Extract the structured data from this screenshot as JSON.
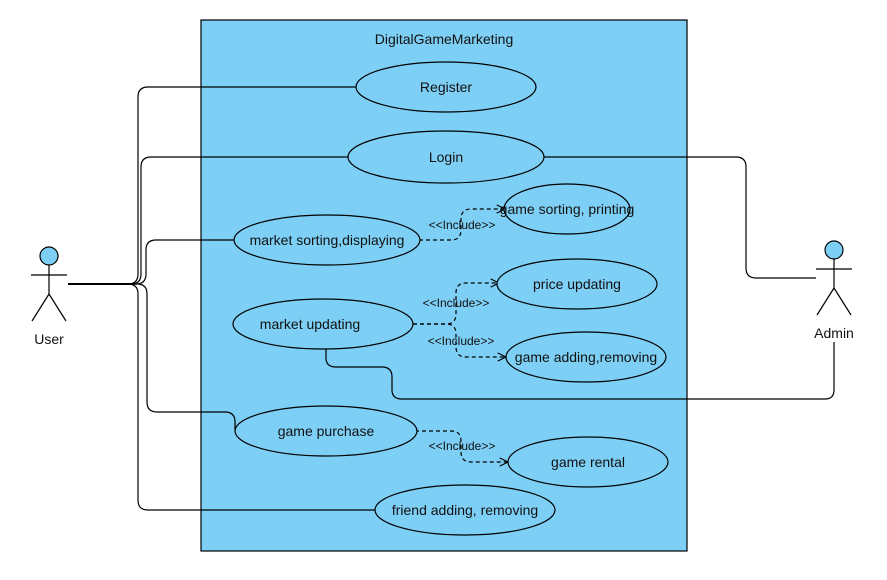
{
  "system": {
    "title": "DigitalGameMarketing",
    "fill": "#7dcff5"
  },
  "actors": {
    "user": {
      "label": "User",
      "fill": "#7dcff5"
    },
    "admin": {
      "label": "Admin",
      "fill": "#7dcff5"
    }
  },
  "use_cases": {
    "register": "Register",
    "login": "Login",
    "market_sorting": "market sorting,displaying",
    "game_sorting": "game sorting, printing",
    "market_updating": "market updating",
    "price_updating": "price updating",
    "game_adding": "game adding,removing",
    "game_purchase": "game purchase",
    "game_rental": "game rental",
    "friend_adding": "friend adding, removing"
  },
  "relations": {
    "include_1": "<<Include>>",
    "include_2": "<<Include>>",
    "include_3": "<<Include>>",
    "include_4": "<<Include>>"
  }
}
